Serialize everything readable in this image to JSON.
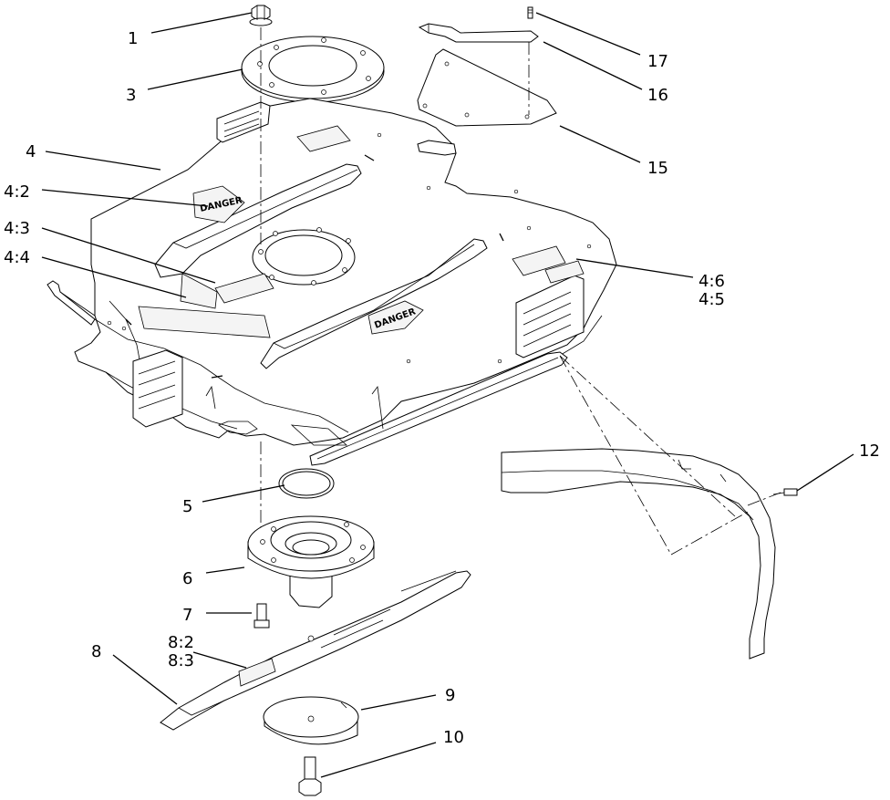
{
  "diagram": {
    "callouts": [
      {
        "id": "c1",
        "text": "1"
      },
      {
        "id": "c3",
        "text": "3"
      },
      {
        "id": "c4",
        "text": "4"
      },
      {
        "id": "c4_2",
        "text": "4:2"
      },
      {
        "id": "c4_3",
        "text": "4:3"
      },
      {
        "id": "c4_4",
        "text": "4:4"
      },
      {
        "id": "c17",
        "text": "17"
      },
      {
        "id": "c16",
        "text": "16"
      },
      {
        "id": "c15",
        "text": "15"
      },
      {
        "id": "c4_6",
        "text": "4:6"
      },
      {
        "id": "c4_5",
        "text": "4:5"
      },
      {
        "id": "c12",
        "text": "12"
      },
      {
        "id": "c5",
        "text": "5"
      },
      {
        "id": "c6",
        "text": "6"
      },
      {
        "id": "c7",
        "text": "7"
      },
      {
        "id": "c8",
        "text": "8"
      },
      {
        "id": "c8_2",
        "text": "8:2"
      },
      {
        "id": "c8_3",
        "text": "8:3"
      },
      {
        "id": "c9",
        "text": "9"
      },
      {
        "id": "c10",
        "text": "10"
      }
    ],
    "decal_text": {
      "danger_1": "DANGER",
      "danger_2": "DANGER"
    }
  }
}
